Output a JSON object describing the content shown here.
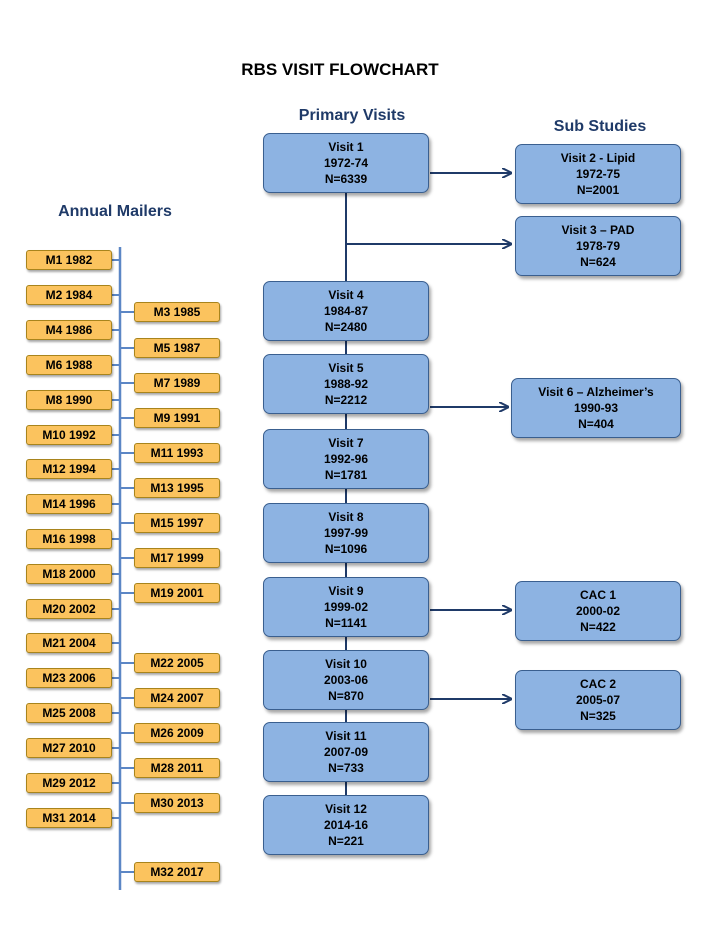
{
  "title": "RBS VISIT FLOWCHART",
  "headings": {
    "primary": "Primary Visits",
    "sub": "Sub Studies",
    "mailers": "Annual Mailers"
  },
  "primary_visits": [
    {
      "name": "Visit 1",
      "years": "1972-74",
      "n": "N=6339"
    },
    {
      "name": "Visit 4",
      "years": "1984-87",
      "n": "N=2480"
    },
    {
      "name": "Visit 5",
      "years": "1988-92",
      "n": "N=2212"
    },
    {
      "name": "Visit 7",
      "years": "1992-96",
      "n": "N=1781"
    },
    {
      "name": "Visit 8",
      "years": "1997-99",
      "n": "N=1096"
    },
    {
      "name": "Visit 9",
      "years": "1999-02",
      "n": "N=1141"
    },
    {
      "name": "Visit 10",
      "years": "2003-06",
      "n": "N=870"
    },
    {
      "name": "Visit 11",
      "years": "2007-09",
      "n": "N=733"
    },
    {
      "name": "Visit 12",
      "years": "2014-16",
      "n": "N=221"
    }
  ],
  "sub_studies": [
    {
      "name": "Visit 2 -  Lipid",
      "years": "1972-75",
      "n": "N=2001"
    },
    {
      "name": "Visit 3 – PAD",
      "years": "1978-79",
      "n": "N=624"
    },
    {
      "name": "Visit 6 – Alzheimer’s",
      "years": "1990-93",
      "n": "N=404"
    },
    {
      "name": "CAC 1",
      "years": "2000-02",
      "n": "N=422"
    },
    {
      "name": "CAC 2",
      "years": "2005-07",
      "n": "N=325"
    }
  ],
  "mailers": [
    "M1 1982",
    "M2 1984",
    "M3 1985",
    "M4 1986",
    "M5 1987",
    "M6 1988",
    "M7 1989",
    "M8 1990",
    "M9 1991",
    "M10 1992",
    "M11 1993",
    "M12 1994",
    "M13 1995",
    "M14 1996",
    "M15 1997",
    "M16 1998",
    "M17 1999",
    "M18 2000",
    "M19 2001",
    "M20 2002",
    "M21 2004",
    "M22 2005",
    "M23 2006",
    "M24 2007",
    "M25 2008",
    "M26 2009",
    "M27 2010",
    "M28 2011",
    "M29 2012",
    "M30 2013",
    "M31 2014",
    "M32 2017"
  ],
  "colors": {
    "visit_fill": "#8db3e2",
    "visit_border": "#3a5f8f",
    "mailer_fill": "#fbc35e",
    "connector": "#1f3a68",
    "timeline": "#5b86c5"
  }
}
